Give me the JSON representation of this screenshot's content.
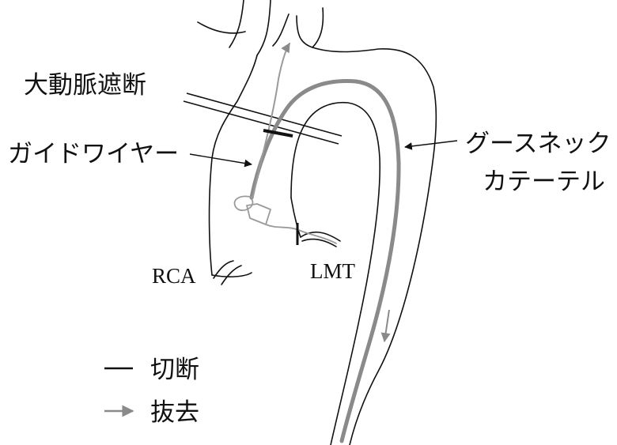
{
  "labels": {
    "aortic_clamp": "大動脈遮断",
    "guidewire": "ガイドワイヤー",
    "catheter_line1": "グースネック",
    "catheter_line2": "カテーテル",
    "rca": "RCA",
    "lmt": "LMT"
  },
  "legend": {
    "cut": "切断",
    "withdraw": "抜去"
  },
  "colors": {
    "outline": "#111111",
    "catheter": "#8a8a8a",
    "guidewire": "#9a9a9a",
    "cut_mark": "#111111"
  }
}
